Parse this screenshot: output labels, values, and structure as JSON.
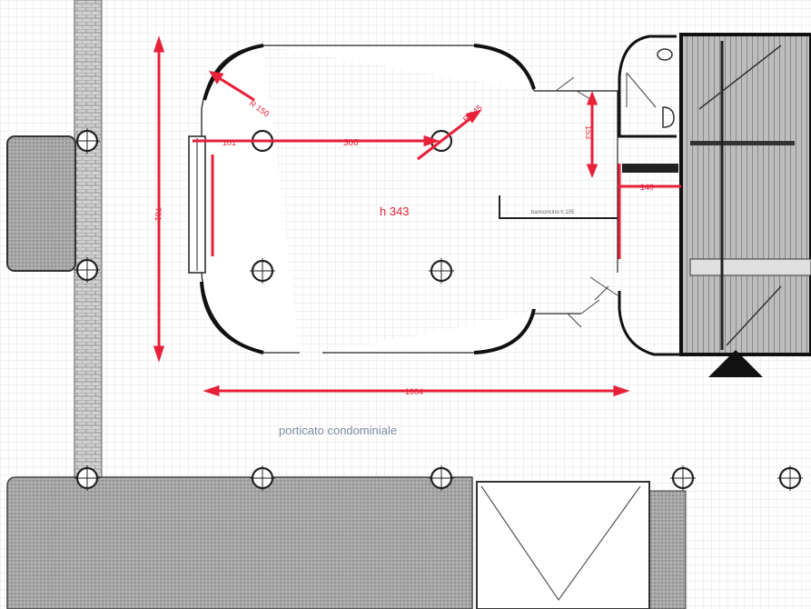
{
  "labels": {
    "room_height": "h 343",
    "common_area": "porticato condominiale",
    "counter_note": "banconcino h 105"
  },
  "dimensions": {
    "total_width": "1004",
    "total_depth": "761",
    "column_spacing": "300",
    "column_offset": "101",
    "corner_radius_left": "R 150",
    "corner_radius_right": "R 145",
    "entrance_depth": "153",
    "wall_gap": "140"
  },
  "colors": {
    "dimension": "#e8203a",
    "wall": "#1a1a1a",
    "grid": "#d4d4d4",
    "hatch": "#9a9a9a"
  },
  "icons": {
    "north_marker": "triangle-marker-icon",
    "column": "column-icon"
  }
}
